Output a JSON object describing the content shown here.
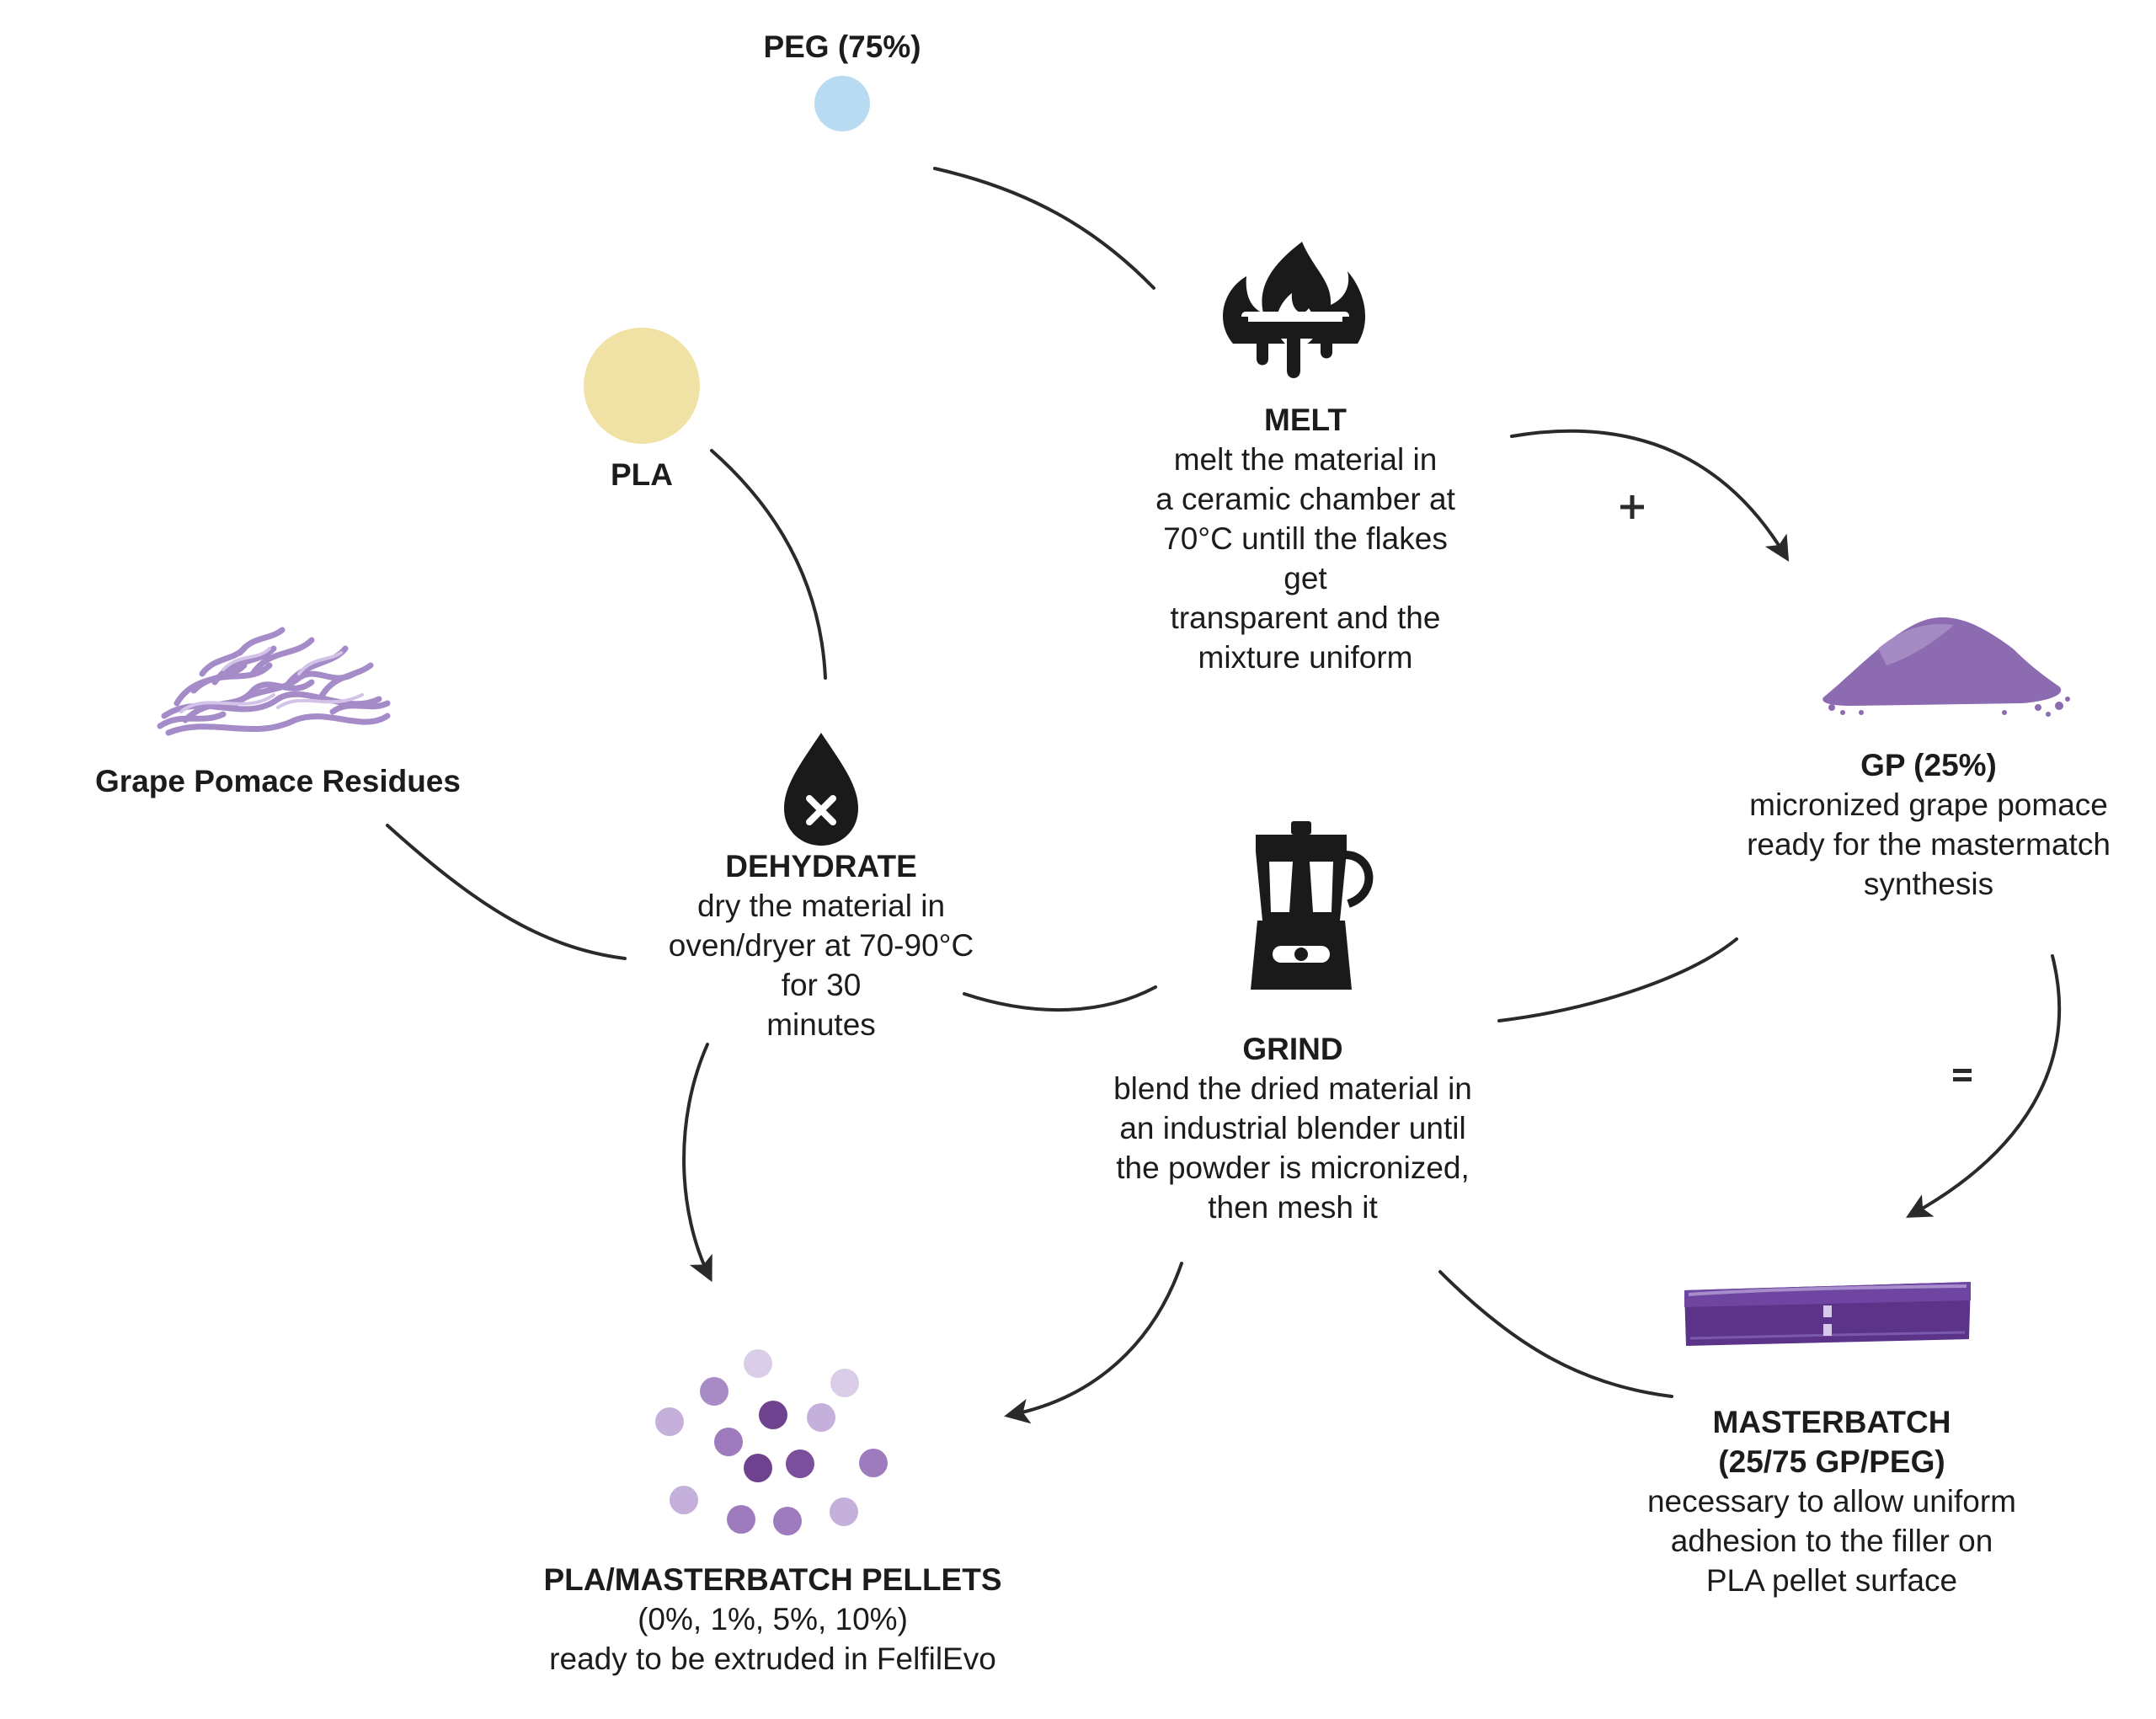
{
  "colors": {
    "peg": "#b9dbf2",
    "pla": "#f0e2a4",
    "grape": "#8c6bb1",
    "grape_dark": "#5b3388",
    "icon": "#1a1a1a",
    "arrow": "#2a2a2a"
  },
  "icons": {
    "melt": "fire-icon",
    "dehydrate": "water-drop-icon",
    "grind": "blender-icon"
  },
  "operators": {
    "plus": "+",
    "equals": "="
  },
  "nodes": {
    "peg": {
      "title": "PEG (75%)"
    },
    "pla": {
      "title": "PLA"
    },
    "grape_residues": {
      "title": "Grape Pomace Residues"
    },
    "melt": {
      "title": "MELT",
      "lines": [
        "melt the material in",
        "a ceramic chamber at",
        "70°C untill the flakes",
        "get",
        "transparent and the",
        "mixture uniform"
      ]
    },
    "dehydrate": {
      "title": "DEHYDRATE",
      "lines": [
        "dry the material in",
        "oven/dryer at 70-90°C",
        "for 30",
        "minutes"
      ]
    },
    "grind": {
      "title": "GRIND",
      "lines": [
        "blend the dried material in",
        "an industrial blender until",
        "the powder is micronized,",
        "then mesh it"
      ]
    },
    "gp": {
      "title": "GP (25%)",
      "lines": [
        "micronized grape pomace",
        "ready for the mastermatch",
        "synthesis"
      ]
    },
    "masterbatch": {
      "title": "MASTERBATCH",
      "title2": "(25/75 GP/PEG)",
      "lines": [
        "necessary to allow uniform",
        "adhesion to the filler on",
        "PLA pellet surface"
      ]
    },
    "pellets": {
      "title": "PLA/MASTERBATCH PELLETS",
      "lines": [
        "(0%, 1%, 5%, 10%)",
        "ready to be extruded in FelfilEvo"
      ]
    }
  }
}
